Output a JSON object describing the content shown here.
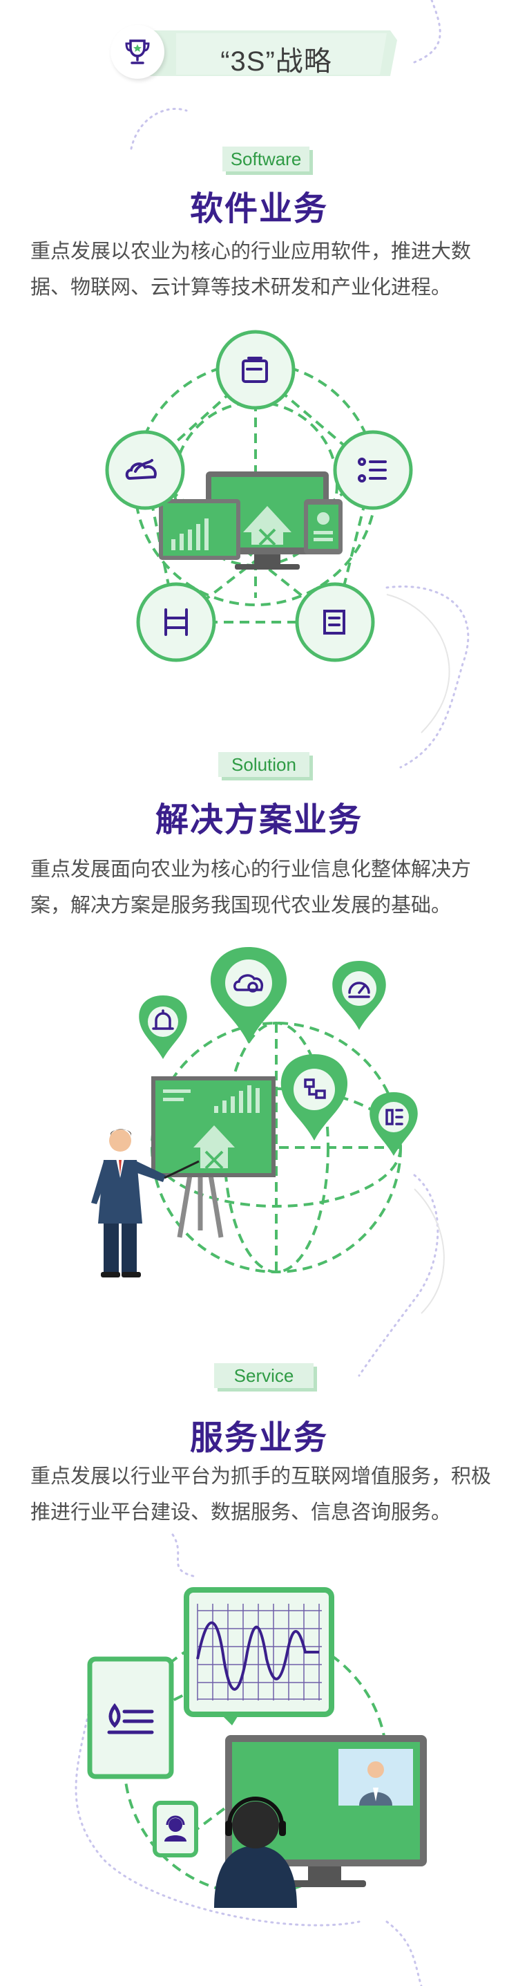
{
  "header": {
    "title": "“3S”战略",
    "icon": "trophy-icon"
  },
  "sections": [
    {
      "tag": "Software",
      "title": "软件业务",
      "description": "重点发展以农业为核心的行业应用软件，推进大数据、物联网、云计算等技术研发和产业化进程。",
      "icons": [
        "edit-icon",
        "list-icon",
        "cloud-leaf-icon",
        "ladder-icon",
        "document-icon"
      ]
    },
    {
      "tag": "Solution",
      "title": "解决方案业务",
      "description": "重点发展面向农业为核心的行业信息化整体解决方案，解决方案是服务我国现代农业发展的基础。",
      "icons": [
        "cloud-gear-icon",
        "gauge-icon",
        "alarm-icon",
        "network-icon",
        "panel-icon"
      ]
    },
    {
      "tag": "Service",
      "title": "服务业务",
      "description": "重点发展以行业平台为抓手的互联网增值服务，积极推进行业平台建设、数据服务、信息咨询服务。",
      "icons": [
        "drop-list-icon",
        "support-agent-icon",
        "chart-icon"
      ]
    }
  ],
  "colors": {
    "primary": "#3a1f8c",
    "green": "#4dbb6a",
    "light_green": "#dff2e4",
    "text": "#505050"
  }
}
